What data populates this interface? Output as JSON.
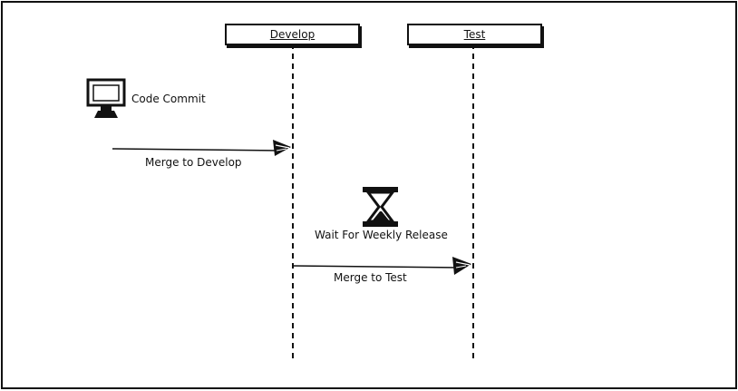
{
  "lifelines": [
    {
      "label": "Develop"
    },
    {
      "label": "Test"
    }
  ],
  "actor": {
    "icon": "computer-monitor-icon",
    "label": "Code Commit"
  },
  "messages": [
    {
      "label": "Merge to Develop"
    },
    {
      "label": "Merge to Test"
    }
  ],
  "wait": {
    "icon": "hourglass-icon",
    "label": "Wait For Weekly Release"
  }
}
